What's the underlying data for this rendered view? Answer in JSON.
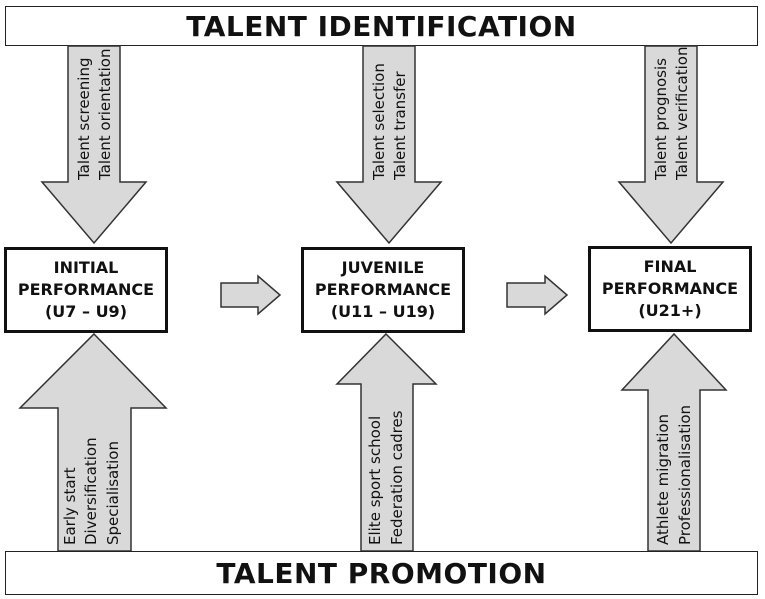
{
  "top_banner": "TALENT IDENTIFICATION",
  "bottom_banner": "TALENT PROMOTION",
  "stages": [
    {
      "line1": "INITIAL",
      "line2": "PERFORMANCE",
      "line3": "(U7 – U9)"
    },
    {
      "line1": "JUVENILE",
      "line2": "PERFORMANCE",
      "line3": "(U11 – U19)"
    },
    {
      "line1": "FINAL",
      "line2": "PERFORMANCE",
      "line3": "(U21+)"
    }
  ],
  "down_arrows": [
    {
      "lines": [
        "Talent screening",
        "Talent orientation"
      ]
    },
    {
      "lines": [
        "Talent selection",
        "Talent transfer"
      ]
    },
    {
      "lines": [
        "Talent prognosis",
        "Talent verification"
      ]
    }
  ],
  "up_arrows": [
    {
      "lines": [
        "Early start",
        "Diversification",
        "Specialisation"
      ]
    },
    {
      "lines": [
        "Elite sport school",
        "Federation cadres"
      ]
    },
    {
      "lines": [
        "Athlete migration",
        "Professionalisation"
      ]
    }
  ],
  "colors": {
    "arrow_fill": "#d9d9d9",
    "border": "#111111",
    "background": "#ffffff"
  }
}
